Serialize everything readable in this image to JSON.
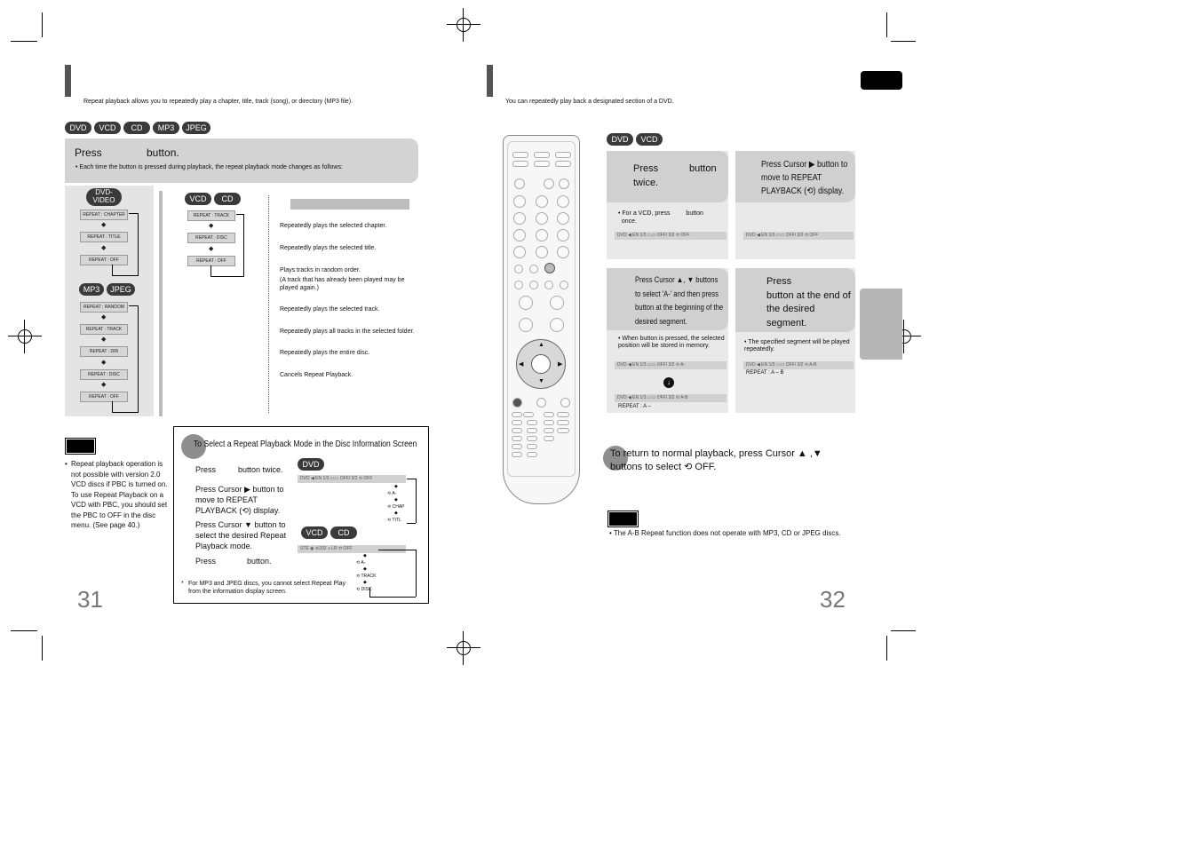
{
  "left_page": {
    "intro": "Repeat playback allows you to repeatedly play a chapter, title, track (song), or directory (MP3 file).",
    "disc_badges": [
      "DVD",
      "VCD",
      "CD",
      "MP3",
      "JPEG"
    ],
    "step1_press": "Press",
    "step1_button": "button.",
    "step1_note": "Each time the button is pressed during playback, the repeat playback mode changes as follows:",
    "dvd_badge": "DVD-VIDEO",
    "dvd_modes": [
      "REPEAT : CHAPTER",
      "REPEAT : TITLE",
      "REPEAT : OFF"
    ],
    "mp3_badges": [
      "MP3",
      "JPEG"
    ],
    "mp3_modes": [
      "REPEAT : RANDOM",
      "REPEAT : TRACK",
      "REPEAT : DIR",
      "REPEAT : DISC",
      "REPEAT : OFF"
    ],
    "vcd_badges": [
      "VCD",
      "CD"
    ],
    "vcd_modes": [
      "REPEAT : TRACK",
      "REPEAT : DISC",
      "REPEAT : OFF"
    ],
    "descriptions": [
      "Repeatedly plays the selected chapter.",
      "Repeatedly plays the selected title.",
      "Plays tracks in random order.",
      "(A track that has already been played may be played again.)",
      "Repeatedly plays the selected track.",
      "Repeatedly plays all tracks in the selected folder.",
      "Repeatedly plays the entire disc.",
      "Cancels Repeat Playback."
    ],
    "note": "Repeat playback operation is not possible with version 2.0 VCD discs if PBC is turned on. To use Repeat Playback on a VCD with PBC, you should set the PBC to OFF in the disc menu. (See page 40.)",
    "info_box": {
      "title": "To Select a Repeat Playback Mode in the Disc Information Screen",
      "steps": [
        "Press          button twice.",
        "Press Cursor ▶ button to move to REPEAT PLAYBACK (⟲) display.",
        "Press Cursor ▼ button to select the desired Repeat Playback mode.",
        "Press              button."
      ],
      "footnote": "For MP3 and JPEG discs, you cannot select Repeat Play from the information display screen.",
      "dvd_badge": "DVD",
      "dvd_options": [
        "OFF",
        "A-",
        "CHAP",
        "TITL"
      ],
      "vcd_badges": [
        "VCD",
        "CD"
      ],
      "vcd_options": [
        "OFF",
        "A-",
        "TRACK",
        "DISC"
      ]
    },
    "page_number": "31"
  },
  "right_page": {
    "intro": "You can repeatedly play back a designated section of a DVD.",
    "disc_badges": [
      "DVD",
      "VCD"
    ],
    "step1": "Press            button twice.",
    "step1_note": "For a VCD, press          button once.",
    "step2": "Press Cursor ▶ button to move to REPEAT PLAYBACK (⟲) display.",
    "step3": "Press Cursor ▲, ▼ buttons to select 'A-' and then press           button at the beginning of the desired segment.",
    "step3_note": "When            button is pressed, the selected position will be stored in memory.",
    "step3_sub": "REPEAT : A –",
    "step4": "Press              button at the end of the desired segment.",
    "step4_note": "The specified segment will be played repeatedly.",
    "step4_sub": "REPEAT : A – B",
    "return_text": "To return to normal playback, press Cursor ▲ ,▼ buttons to select ⟲ OFF.",
    "note": "The A-B Repeat function does not operate with MP3, CD or JPEG discs.",
    "page_number": "32"
  },
  "lcd_texts": {
    "dvd_off": "DVD  ◀  EN 1/3  ▭▭  OFF/ 3/2  ⟲ OFF",
    "dvd_a": "DVD  ◀  EN 1/3  ▭▭  OFF/ 3/2  ⟲ A-",
    "dvd_ab": "DVD  ◀  EN 1/3  ▭▭  OFF/ 3/2  ⟲ A-B",
    "vcd": "STE  ◉  ⊘202  ◑ LR  ⟲ OFF"
  }
}
